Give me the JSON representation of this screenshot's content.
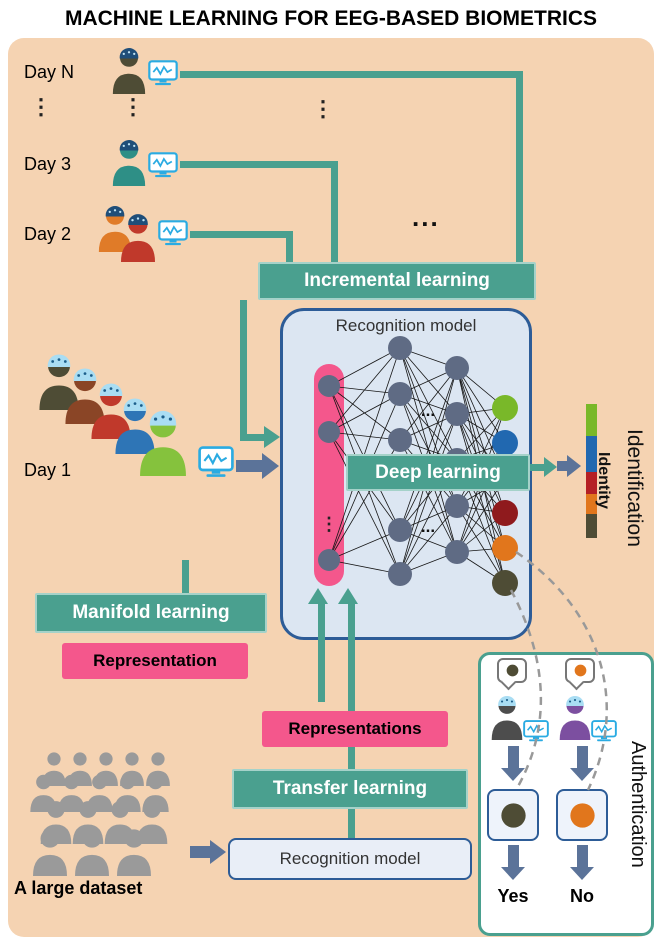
{
  "title": "MACHINE LEARNING FOR EEG-BASED BIOMETRICS",
  "timeline": {
    "day_n": "Day N",
    "day_3": "Day 3",
    "day_2": "Day 2",
    "day_1": "Day 1",
    "vdots": "⋮",
    "hdots": "..."
  },
  "blocks": {
    "incremental_learning": "Incremental learning",
    "recognition_model_title": "Recognition model",
    "deep_learning": "Deep learning",
    "manifold_learning": "Manifold learning",
    "representation": "Representation",
    "representations": "Representations",
    "transfer_learning": "Transfer learning",
    "recognition_model_small": "Recognition model"
  },
  "right_labels": {
    "identity": "Identity",
    "identification": "Identification"
  },
  "authentication": {
    "label": "Authentication",
    "yes": "Yes",
    "no": "No",
    "person_colors": [
      "#4d4d4d",
      "#7c4fa0"
    ],
    "bubble_dots": [
      "#4e4c35",
      "#e1761c"
    ],
    "result_dots": [
      "#4e4c35",
      "#e1761c"
    ]
  },
  "dataset": {
    "label": "A large dataset",
    "person_color": "#9a9a9a"
  },
  "people": {
    "day_n": "#4e4c35",
    "day_3": "#2e8f86",
    "day_2_back": "#e07b28",
    "day_2_front": "#c0392b",
    "day_1": [
      "#4e4c35",
      "#8a4526",
      "#c0392b",
      "#2e75b6",
      "#85c23d"
    ]
  },
  "network": {
    "dots_v": "⋮",
    "dots_h": "..."
  },
  "colors": {
    "panel_bg": "#f5d3b2",
    "teal": "#4aa08f",
    "pink": "#f4578c",
    "model_fill": "#dce6f2",
    "model_border": "#2d5c97",
    "node": "#5f6b84",
    "arrow": "#5b7399",
    "eeg_cap": "#a9ddf3",
    "dashed": "#999999",
    "network_outputs": [
      "#79b829",
      "#2168b0",
      "#b41f24",
      "#8f1a1d",
      "#e1761c",
      "#4e4c35"
    ],
    "identity_bar": [
      "#79b829",
      "#2168b0",
      "#b41f24",
      "#e1761c",
      "#4e4c35"
    ]
  }
}
